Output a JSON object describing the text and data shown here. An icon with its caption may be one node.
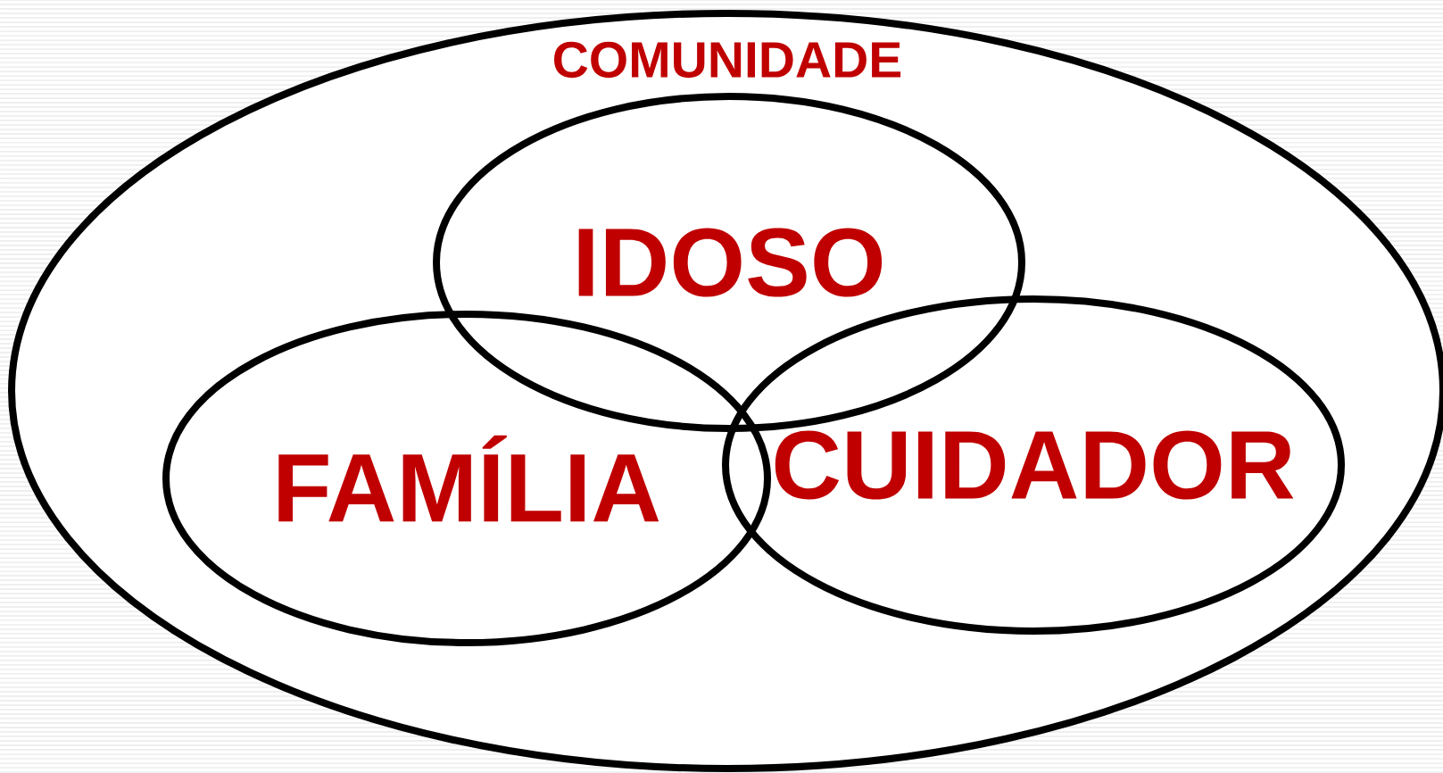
{
  "diagram": {
    "nodes": [
      {
        "text": [
          "COMUNIDADE"
        ]
      },
      {
        "text": [
          "IDOSO"
        ],
        "in": 0
      },
      {
        "text": [
          "FAMÍLIA"
        ],
        "in": 0
      },
      {
        "text": [
          "CUIDADOR"
        ],
        "in": 0
      }
    ]
  }
}
